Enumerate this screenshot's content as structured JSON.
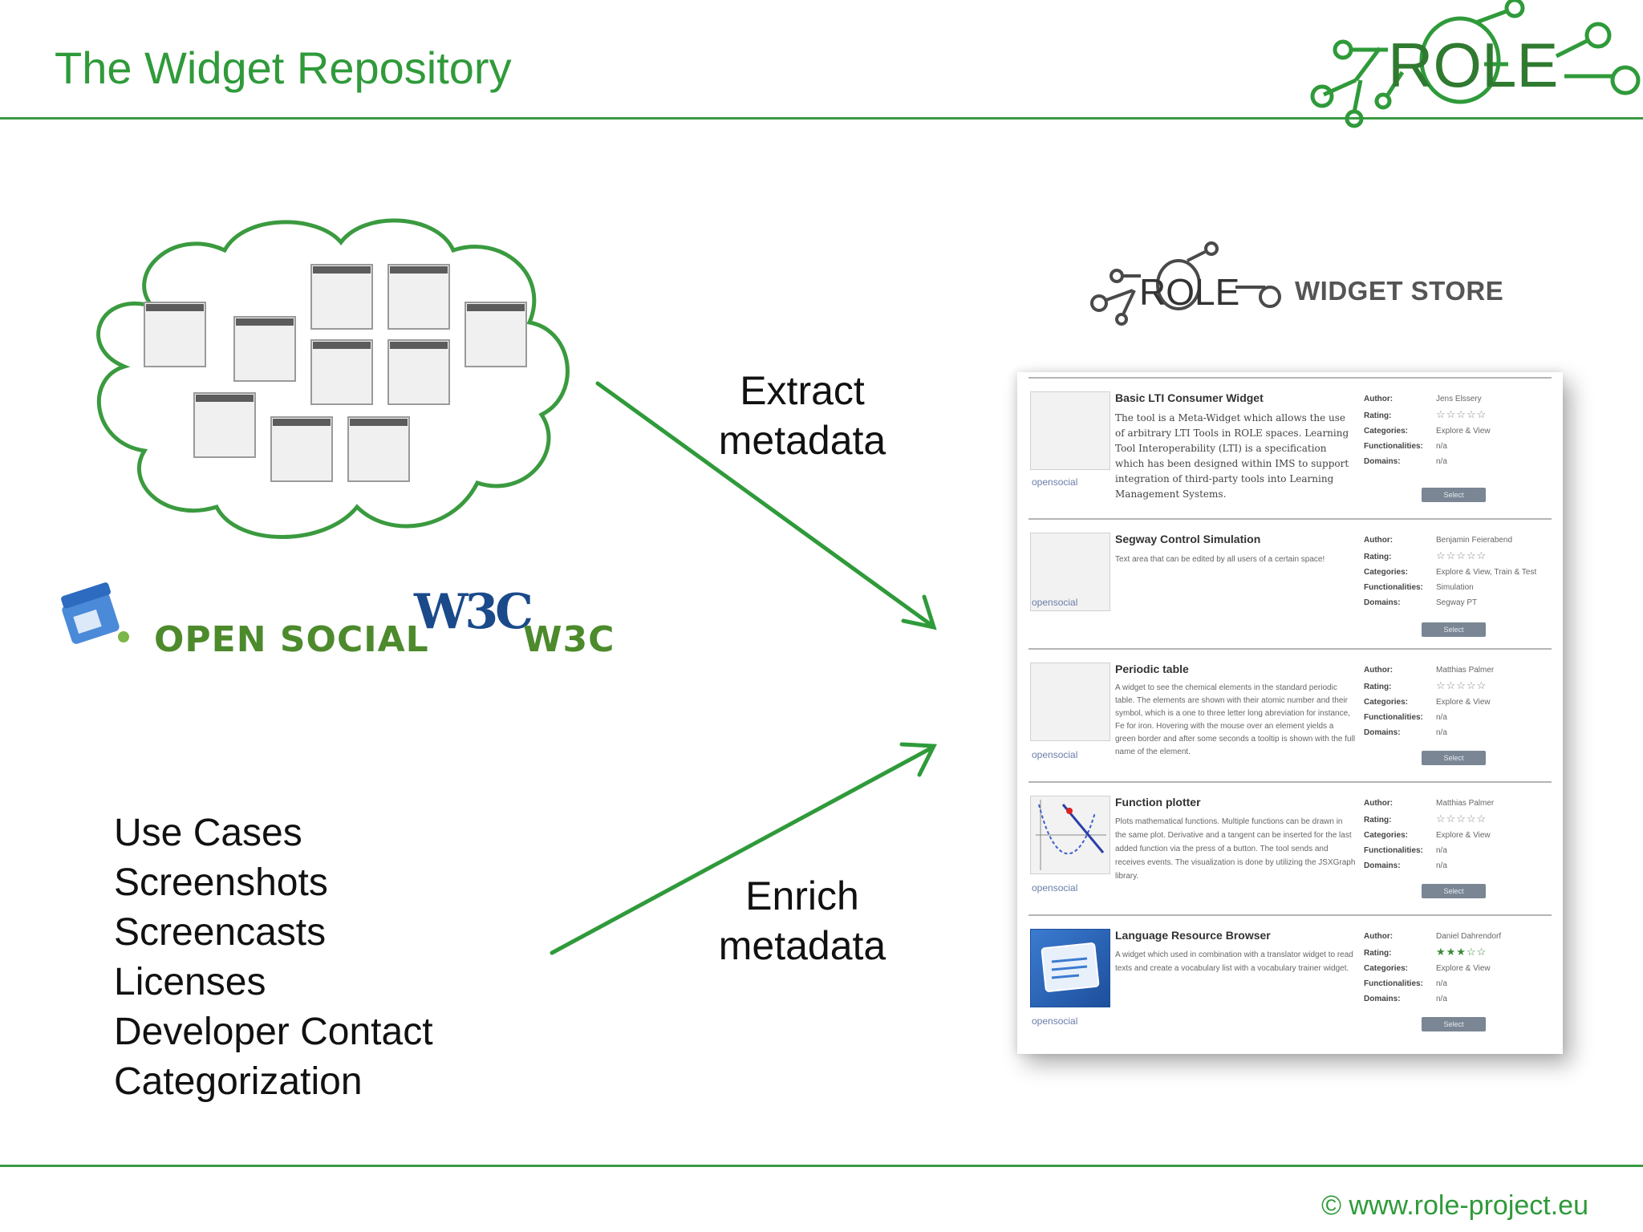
{
  "slide": {
    "title": "The Widget Repository",
    "footer": "© www.role-project.eu"
  },
  "brand": {
    "logo_text": "ROLE",
    "store_title": "WIDGET STORE",
    "green": "#2f9a3a",
    "cloud_stroke": "#3a9a3f"
  },
  "standards": {
    "open_social": "OPEN SOCIAL",
    "w3c_logo": "W3C",
    "w3c": "W3C"
  },
  "flows": {
    "extract": [
      "Extract",
      "metadata"
    ],
    "enrich": [
      "Enrich",
      "metadata"
    ]
  },
  "metadata_items": [
    "Use Cases",
    "Screenshots",
    "Screencasts",
    "Licenses",
    "Developer Contact",
    "Categorization"
  ],
  "store": {
    "meta_keys": [
      "Author:",
      "Rating:",
      "Categories:",
      "Functionalities:",
      "Domains:"
    ],
    "select_label": "Select",
    "opensocial_mark": "opensocial",
    "widgets": [
      {
        "title": "Basic LTI Consumer Widget",
        "description": "The tool is a Meta-Widget which allows the use of arbitrary LTI Tools in ROLE spaces. Learning Tool Interoperability (LTI) is a specification which has been designed within IMS to support integration of third-party tools into Learning Management Systems.",
        "author": "Jens Elssery",
        "rating": "☆☆☆☆☆",
        "categories": "Explore & View",
        "functionalities": "n/a",
        "domains": "n/a"
      },
      {
        "title": "Segway Control Simulation",
        "description": "Text area that can be edited by all users of a certain space!",
        "author": "Benjamin Feierabend",
        "rating": "☆☆☆☆☆",
        "categories": "Explore & View, Train & Test",
        "functionalities": "Simulation",
        "domains": "Segway PT"
      },
      {
        "title": "Periodic table",
        "description": "A widget to see the chemical elements in the standard periodic table. The elements are shown with their atomic number and their symbol, which is a one to three letter long abreviation for instance, Fe for iron. Hovering with the mouse over an element yields a green border and after some seconds a tooltip is shown with the full name of the element.",
        "author": "Matthias Palmer",
        "rating": "☆☆☆☆☆",
        "categories": "Explore & View",
        "functionalities": "n/a",
        "domains": "n/a"
      },
      {
        "title": "Function plotter",
        "description": "Plots mathematical functions. Multiple functions can be drawn in the same plot. Derivative and a tangent can be inserted for the last added function via the press of a button. The tool sends and receives events. The visualization is done by utilizing the JSXGraph library.",
        "author": "Matthias Palmer",
        "rating": "☆☆☆☆☆",
        "categories": "Explore & View",
        "functionalities": "n/a",
        "domains": "n/a"
      },
      {
        "title": "Language Resource Browser",
        "description": "A widget which used in combination with a translator widget to read texts and create a vocabulary list with a vocabulary trainer widget.",
        "author": "Daniel Dahrendorf",
        "rating": "★★★☆☆",
        "categories": "Explore & View",
        "functionalities": "n/a",
        "domains": "n/a"
      }
    ]
  }
}
